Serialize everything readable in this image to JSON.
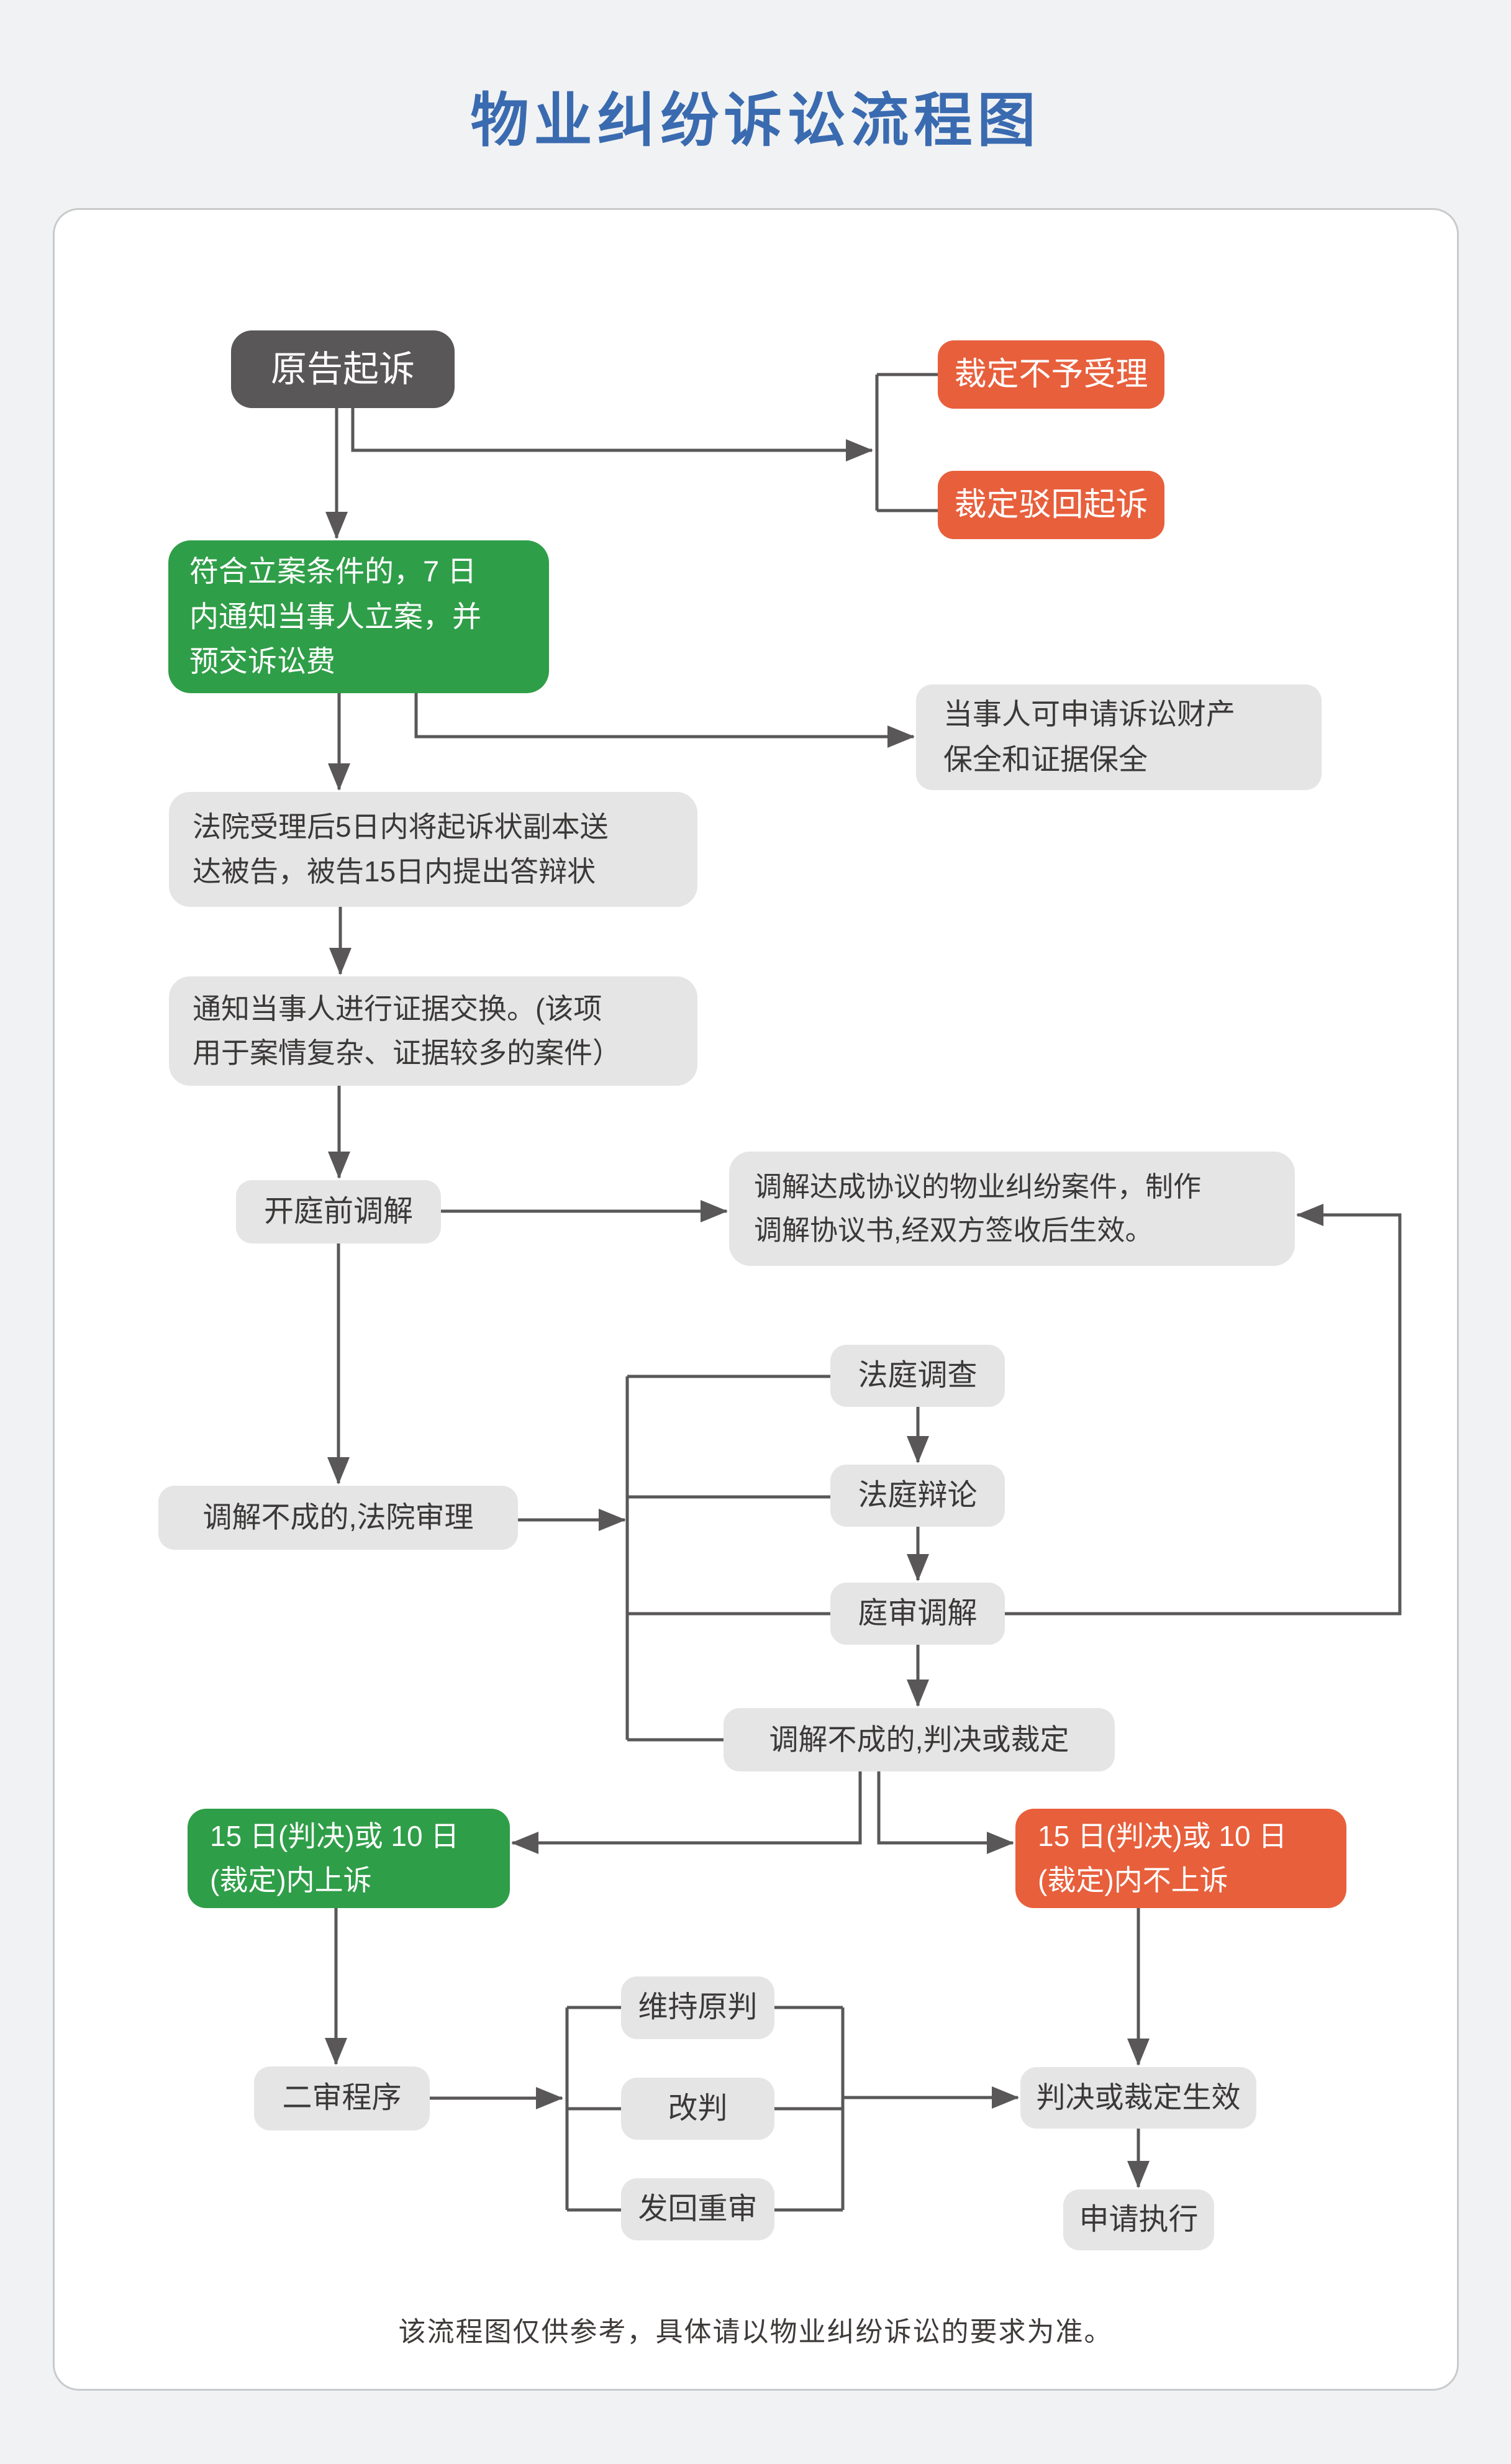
{
  "page": {
    "title": "物业纠纷诉讼流程图",
    "footer": "该流程图仅供参考，具体请以物业纠纷诉讼的要求为准。"
  },
  "colors": {
    "title_blue": "#3A6BB0",
    "node_dark_gray": "#595757",
    "node_green": "#2F9E48",
    "node_orange": "#E85F3C",
    "node_light_gray": "#E5E5E6",
    "connector_gray": "#595757",
    "card_background": "#FFFFFF",
    "page_background": "#F1F2F3"
  },
  "nodes": {
    "plaintiff": "原告起诉",
    "reject_accept": "裁定不予受理",
    "reject_dismiss": "裁定驳回起诉",
    "filing": "符合立案条件的，7 日\n内通知当事人立案，并\n预交诉讼费",
    "preservation": "当事人可申请诉讼财产\n保全和证据保全",
    "serve": "法院受理后5日内将起诉状副本送\n达被告，被告15日内提出答辩状",
    "evidence": "通知当事人进行证据交换。(该项\n用于案情复杂、证据较多的案件）",
    "pretrial_mediation": "开庭前调解",
    "mediation_agreement": "调解达成协议的物业纠纷案件，制作\n调解协议书,经双方签收后生效。",
    "court_investigation": "法庭调查",
    "court_debate": "法庭辩论",
    "trial_mediation": "庭审调解",
    "mediation_fail_trial": "调解不成的,法院审理",
    "mediation_fail_judgment": "调解不成的,判决或裁定",
    "appeal": "15 日(判决)或 10 日\n(裁定)内上诉",
    "no_appeal": "15 日(判决)或 10 日\n(裁定)内不上诉",
    "second_instance": "二审程序",
    "uphold": "维持原判",
    "amend": "改判",
    "retrial": "发回重审",
    "effective": "判决或裁定生效",
    "enforce": "申请执行"
  }
}
